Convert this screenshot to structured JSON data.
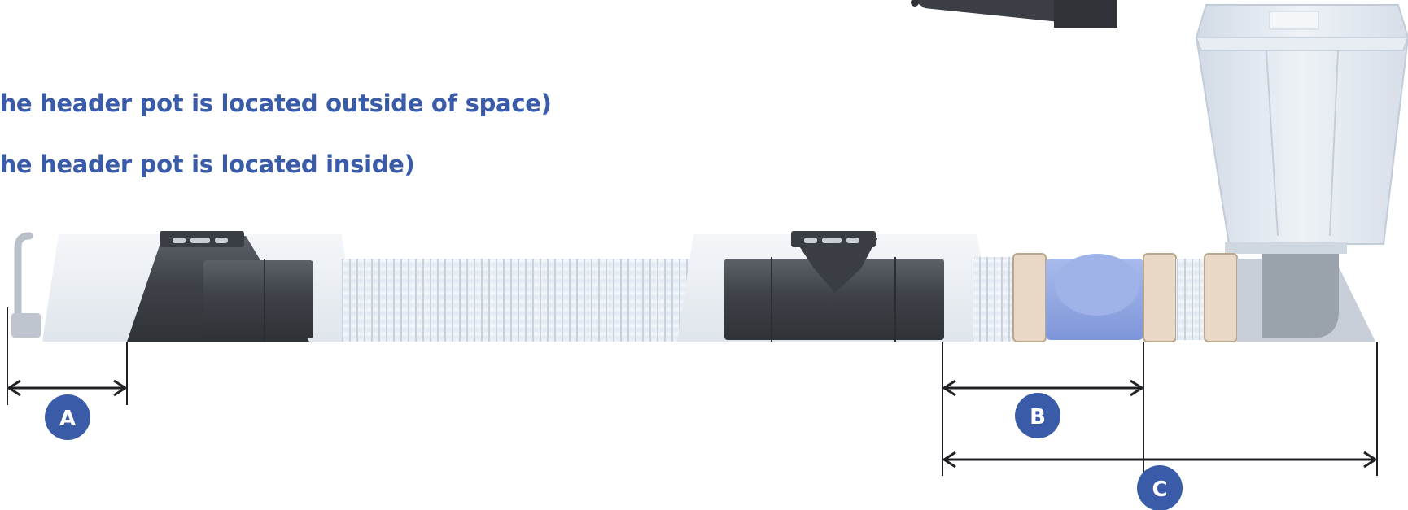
{
  "captions": {
    "line1": "the header pot is located outside of space)",
    "line2": "the header pot is located inside)"
  },
  "dimensions": {
    "a": "A",
    "b": "B",
    "c": "C"
  },
  "colors": {
    "caption": "#3a5ba8",
    "badge": "#3a5ba8",
    "pipe_dark": "#4a4e55",
    "pipe_light": "#e3eaf2",
    "elbow_blue": "#8fa6e0"
  }
}
